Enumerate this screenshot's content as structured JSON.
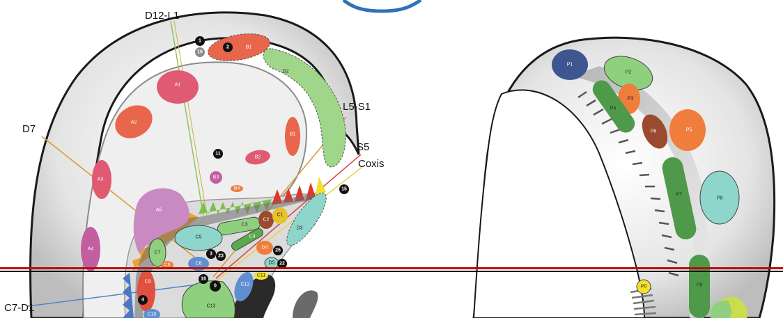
{
  "labels": {
    "d12_l1": "D12-L1",
    "d7": "D7",
    "l5_s1": "L5-S1",
    "s5": "S5",
    "coxis": "Coxis",
    "c7_d1": "C7-D1"
  },
  "zones": {
    "a1": "A1",
    "a2": "A2",
    "a3": "A3",
    "a4": "A4",
    "a6": "A6",
    "b1_top": "B1",
    "b1_right": "B1",
    "b2": "B2",
    "b3": "B3",
    "b4": "B4",
    "d2": "D2",
    "d3": "D3",
    "d4": "D4",
    "d5": "D5",
    "c1": "C1",
    "c2": "C2",
    "c3": "C3",
    "c4": "C4",
    "c5": "C5",
    "c6": "C6",
    "c7": "C7",
    "c8": "C8",
    "c9": "C9",
    "c10": "C10",
    "c11": "C11",
    "c12": "C12",
    "c13": "C13",
    "p0": "P0",
    "p1": "P1",
    "p2": "P2",
    "p3": "P3",
    "p4": "P4",
    "p5": "P5",
    "p6": "P6",
    "p7": "P7",
    "p8": "P8",
    "p9": "P9"
  },
  "points": {
    "n1": "1",
    "n10": "10",
    "n2": "2",
    "n11": "11",
    "n15": "15",
    "n3": "3",
    "n23": "23",
    "n25": "25",
    "n22": "22",
    "n16": "16",
    "n0": "0",
    "n4": "4"
  },
  "colors": {
    "outline": "#1a1a1a",
    "red_line": "#b80d0d",
    "green_line": "#8fc45a",
    "orange_line": "#d59a2a",
    "blue_line": "#4a86c8",
    "coral": "#e8664b",
    "pink": "#e0577a",
    "light_green": "#8fd07e",
    "dark_green": "#4f9a4a",
    "teal": "#8ed6cc",
    "navy": "#3e5690",
    "blue": "#5f8fd0",
    "yellow": "#f1e12e",
    "brown": "#9a4a2e",
    "orange": "#ef7d3c",
    "purple": "#b56aa8"
  }
}
